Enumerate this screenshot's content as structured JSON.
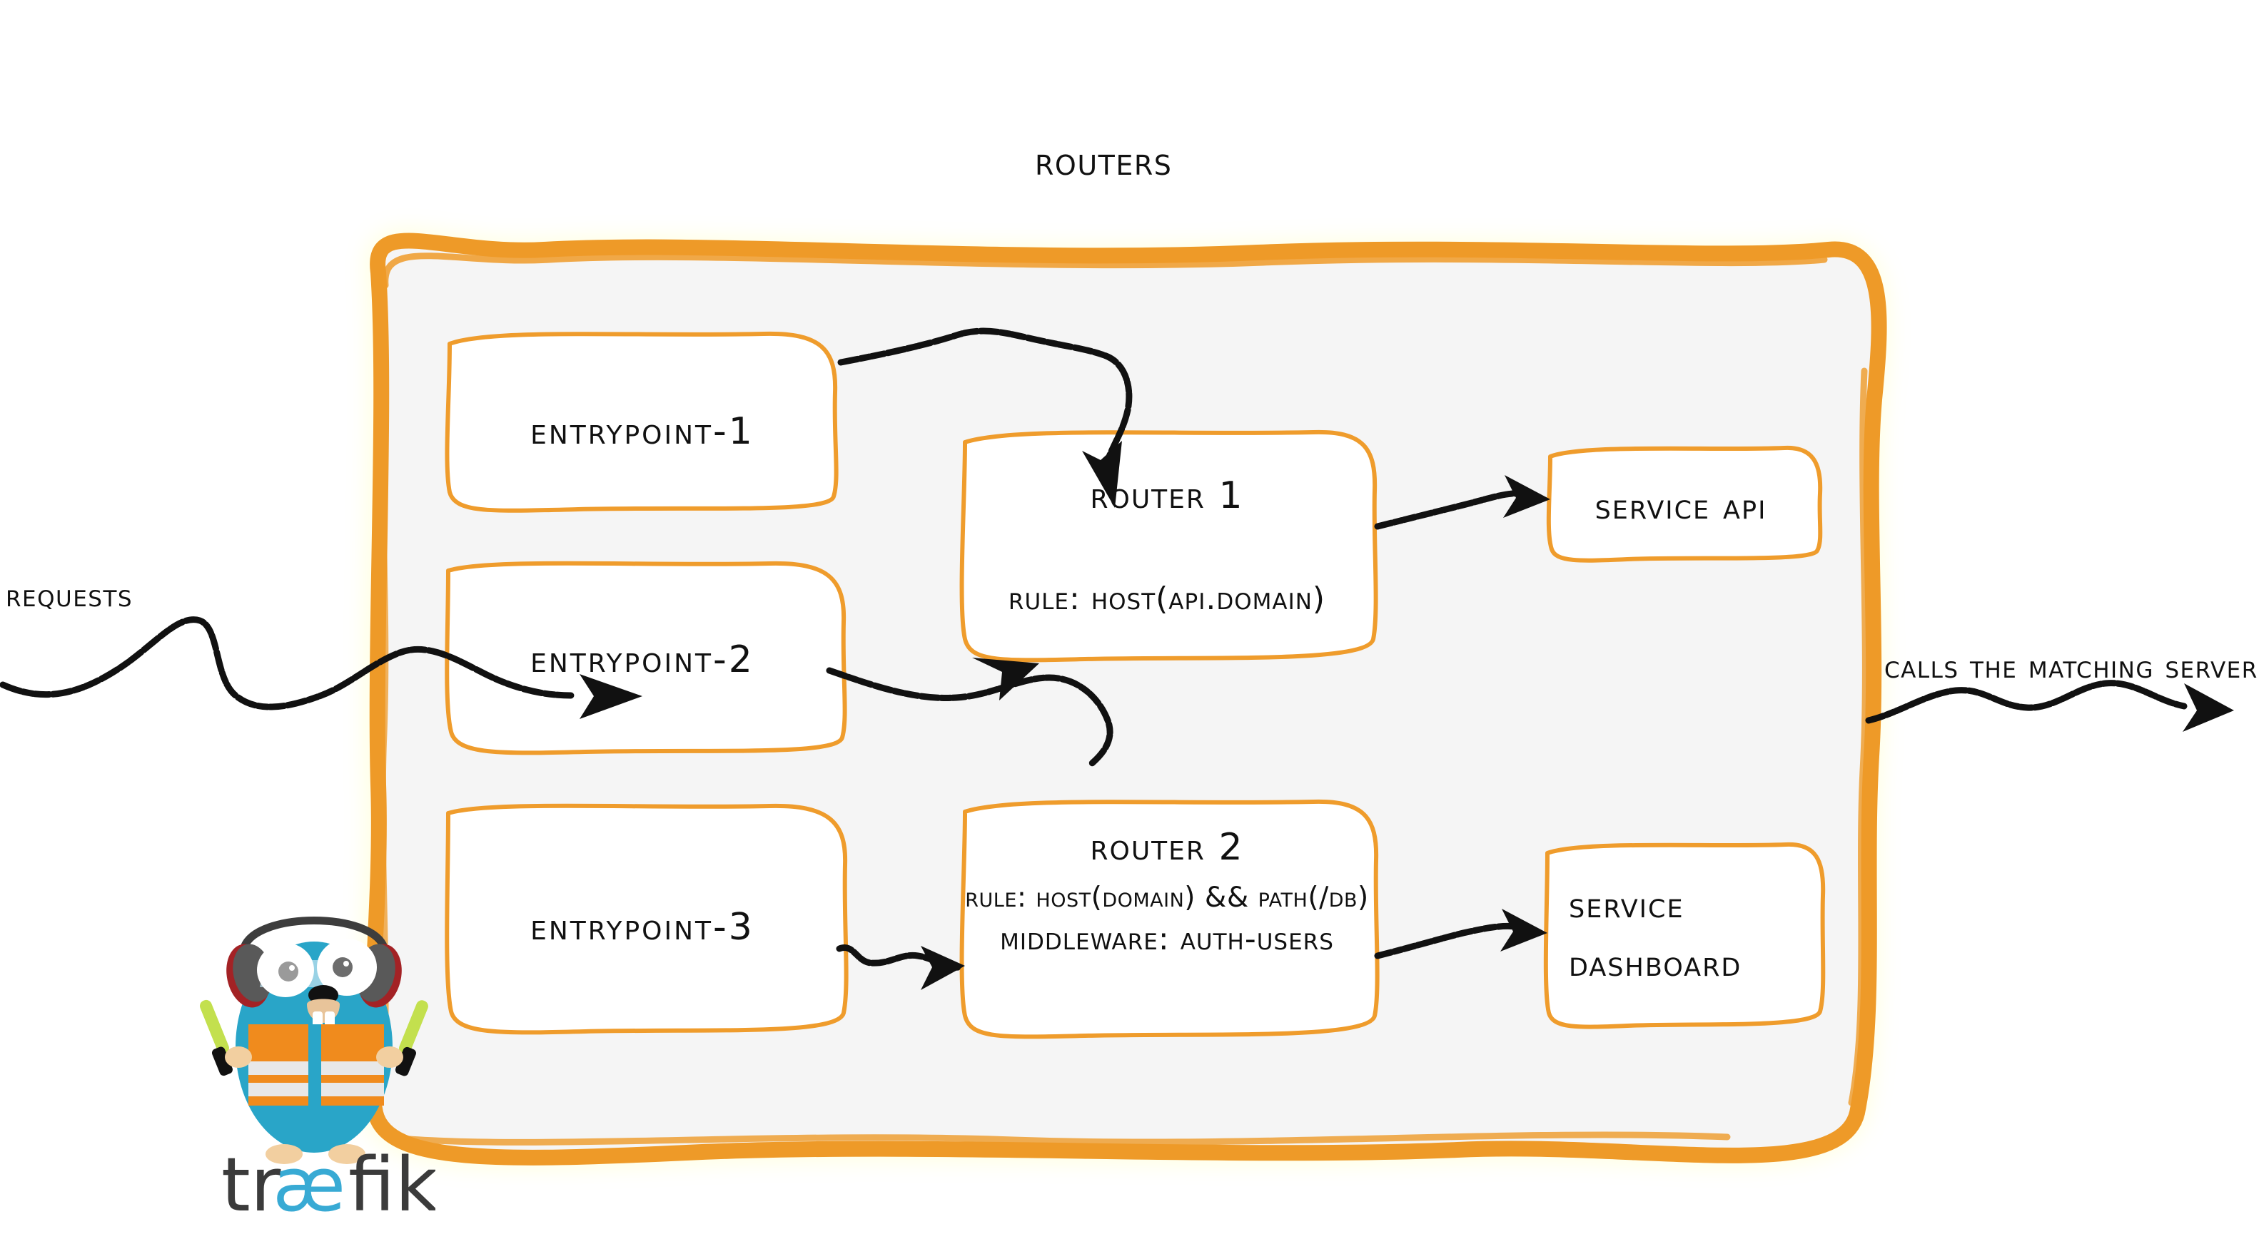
{
  "diagram": {
    "title": "Routers",
    "type": "traefik-routers-architecture"
  },
  "colors": {
    "boundary_orange": "#ee9a28",
    "box_border_orange": "#ef9c2c",
    "boundary_fill": "#f5f5f5",
    "box_fill": "#ffffff",
    "arrow_black": "#111111",
    "gopher_body_cyan": "#29a5c8",
    "vest_orange": "#f08b1d",
    "vest_stripe": "#e8e8e8",
    "wand_green": "#c3e04e",
    "headphone_gray": "#595959",
    "headphone_red": "#a32225",
    "wordmark_dark": "#3b3b3b",
    "wordmark_cyan": "#38aad4"
  },
  "edge_labels": {
    "requests": "Requests",
    "calls": "Calls the matching server"
  },
  "entrypoints": [
    {
      "label": "entrypoint-1"
    },
    {
      "label": "entrypoint-2"
    },
    {
      "label": "entrypoint-3"
    }
  ],
  "routers": [
    {
      "title": "Router 1",
      "rule": "rule: Host(api.domain)",
      "middleware": ""
    },
    {
      "title": "Router 2",
      "rule": "rule: Host(domain) && Path(/db)",
      "middleware": "middleware: auth-users"
    }
  ],
  "services": [
    {
      "label": "Service API",
      "line1": "Service API",
      "line2": ""
    },
    {
      "label": "Service Dashboard",
      "line1": "Service",
      "line2": "Dashboard"
    }
  ],
  "brand": {
    "wordmark_part1": "tr",
    "wordmark_ligature": "æ",
    "wordmark_part2": "fik",
    "mascot_name": "traefik-gopher-mascot"
  },
  "icons": {
    "arrow_entrypoint1_to_router1": "curved-arrow-icon",
    "arrow_entrypoint2_to_router1": "curved-arrow-icon",
    "arrow_entrypoint3_to_router2": "wavy-arrow-icon",
    "arrow_router1_to_service_api": "wavy-arrow-icon",
    "arrow_router2_to_service_dashboard": "wavy-arrow-icon",
    "arrow_requests_in": "wavy-arrow-icon",
    "arrow_calls_out": "wavy-arrow-icon"
  }
}
